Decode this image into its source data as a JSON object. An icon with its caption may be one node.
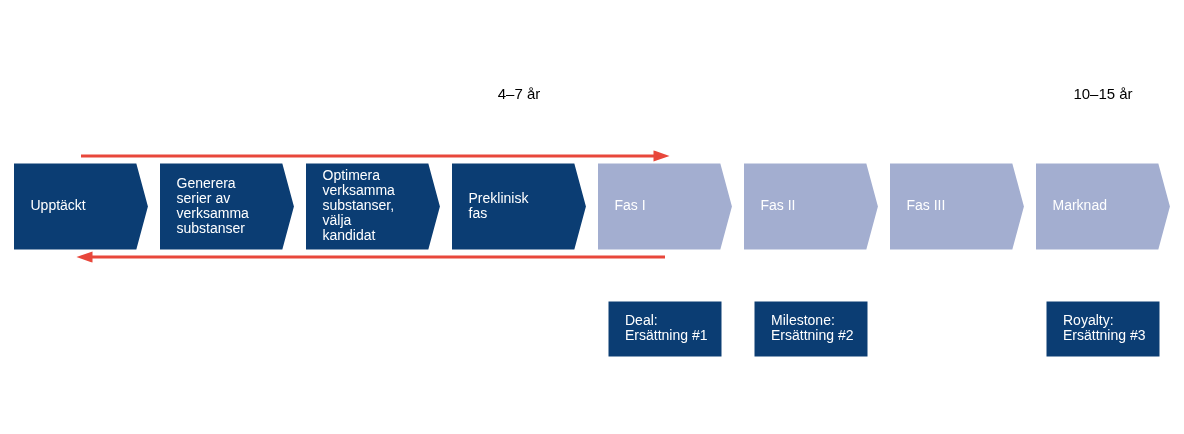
{
  "diagram": {
    "nodes": [
      {
        "text": [
          "Upptäckt"
        ]
      },
      {
        "text": [
          "Generera serier av verksamma substanser"
        ]
      },
      {
        "text": [
          "Optimera verksamma substanser, välja kandidat"
        ]
      },
      {
        "text": [
          "Preklinisk fas"
        ]
      },
      {
        "text": [
          "Fas I"
        ]
      },
      {
        "text": [
          "Fas II"
        ]
      },
      {
        "text": [
          "Fas III"
        ]
      },
      {
        "text": [
          "Marknad"
        ]
      },
      {
        "text": [
          "Deal: Ersättning #1"
        ]
      },
      {
        "text": [
          "Milestone: Ersättning #2"
        ]
      },
      {
        "text": [
          "Royalty: Ersättning #3"
        ]
      }
    ],
    "edges": [
      {
        "from": 0,
        "to": 4,
        "arrow": "to",
        "color": "#e8473b"
      },
      {
        "from": 4,
        "to": 0,
        "arrow": "to",
        "color": "#e8473b"
      }
    ],
    "labels": [
      "4–7 år",
      "10–15 år"
    ]
  }
}
